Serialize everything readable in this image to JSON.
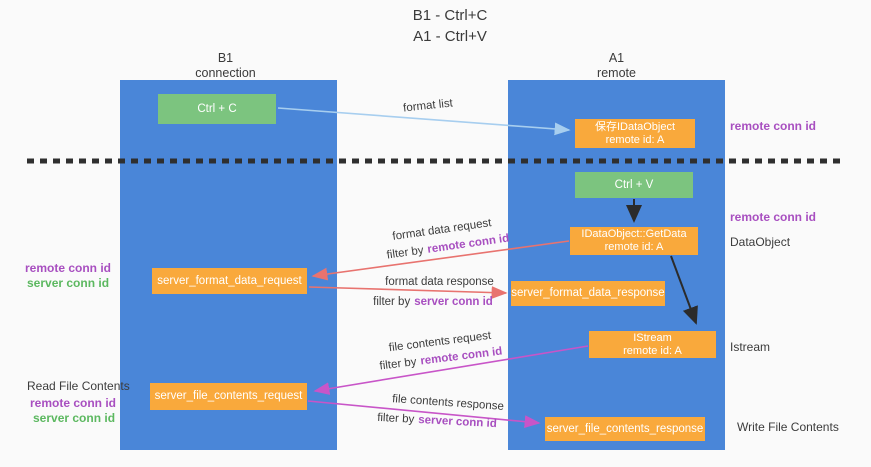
{
  "title": {
    "line1": "B1 - Ctrl+C",
    "line2": "A1 - Ctrl+V"
  },
  "columns": {
    "left": {
      "name": "B1",
      "role": "connection"
    },
    "right": {
      "name": "A1",
      "role": "remote"
    }
  },
  "nodes": {
    "ctrl_c": {
      "label": "Ctrl + C"
    },
    "ctrl_v": {
      "label": "Ctrl + V"
    },
    "save_idataobject": {
      "line1": "保存IDataObject",
      "line2": "remote id: A"
    },
    "idataobject_getdata": {
      "line1": "IDataObject::GetData",
      "line2": "remote id: A"
    },
    "istream": {
      "line1": "IStream",
      "line2": "remote id: A"
    },
    "server_format_data_request": {
      "label": "server_format_data_request"
    },
    "server_format_data_response": {
      "label": "server_format_data_response"
    },
    "server_file_contents_request": {
      "label": "server_file_contents_request"
    },
    "server_file_contents_response": {
      "label": "server_file_contents_response"
    }
  },
  "edges": {
    "format_list": {
      "label": "format list"
    },
    "format_data_request": {
      "label": "format data request",
      "filter_prefix": "filter by",
      "filter_id": "remote conn id"
    },
    "format_data_response": {
      "label": "format data response",
      "filter_prefix": "filter by",
      "filter_id": "server conn id"
    },
    "file_contents_request": {
      "label": "file contents request",
      "filter_prefix": "filter by",
      "filter_id": "remote conn id"
    },
    "file_contents_response": {
      "label": "file contents response",
      "filter_prefix": "filter by",
      "filter_id": "server conn id"
    }
  },
  "side_labels": {
    "right_remote_conn_top": "remote conn id",
    "right_remote_conn_mid": "remote conn id",
    "dataobject": "DataObject",
    "istream": "Istream",
    "write_file_contents": "Write File Contents",
    "left_remote_conn_top": "remote conn id",
    "left_server_conn_top": "server conn id",
    "read_file_contents": "Read File Contents",
    "left_remote_conn_bottom": "remote conn id",
    "left_server_conn_bottom": "server conn id"
  },
  "colors": {
    "column_blue": "#4a86d8",
    "box_green": "#7cc47f",
    "box_orange": "#f9a93c",
    "arrow_red": "#e8736f",
    "arrow_magenta": "#c855c8",
    "arrow_light_blue": "#a7ceef",
    "arrow_black": "#2b2b2b",
    "text_purple": "#a84fc0",
    "text_green": "#5cb860",
    "text_dark": "#3c3c3c"
  }
}
